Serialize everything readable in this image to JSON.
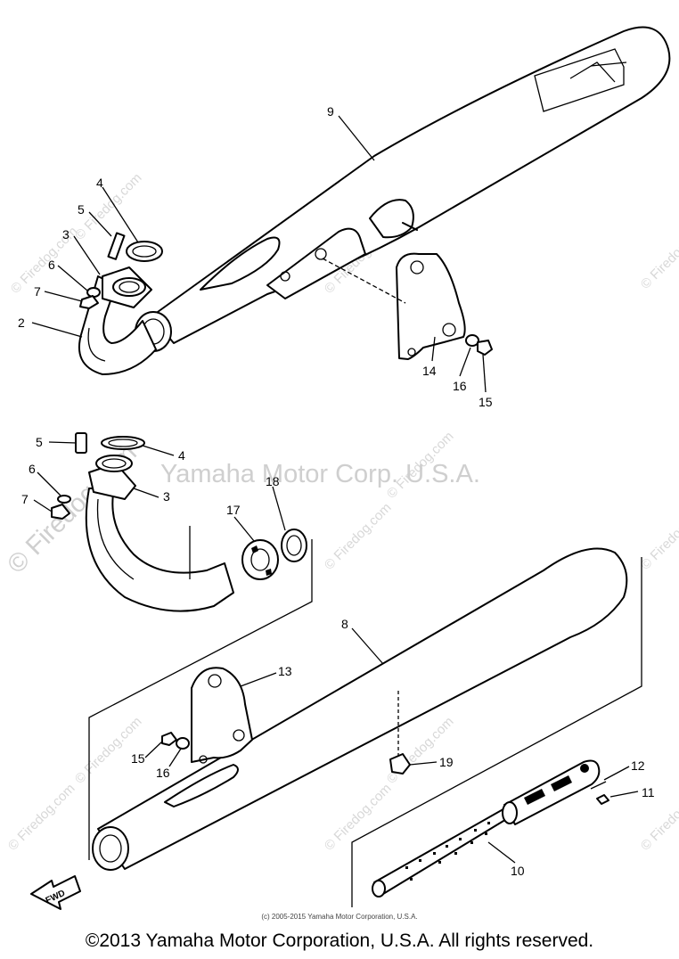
{
  "watermark": {
    "company": "Yamaha Motor Corp. U.S.A.",
    "site": "© Firedog.com"
  },
  "callouts": {
    "p2": "2",
    "p3_top": "3",
    "p4_top": "4",
    "p5_top": "5",
    "p6_top": "6",
    "p7_top": "7",
    "p9": "9",
    "p14": "14",
    "p15_top": "15",
    "p16_top": "16",
    "p5_mid": "5",
    "p4_mid": "4",
    "p6_mid": "6",
    "p3_mid": "3",
    "p7_mid": "7",
    "p17": "17",
    "p18": "18",
    "p8": "8",
    "p13": "13",
    "p15_bot": "15",
    "p16_bot": "16",
    "p19": "19",
    "p12": "12",
    "p11": "11",
    "p10": "10"
  },
  "fwd_marker": "FWD",
  "small_copyright": "(c) 2005-2015 Yamaha Motor Corporation, U.S.A.",
  "footer_copyright": "©2013 Yamaha Motor Corporation, U.S.A. All rights reserved."
}
